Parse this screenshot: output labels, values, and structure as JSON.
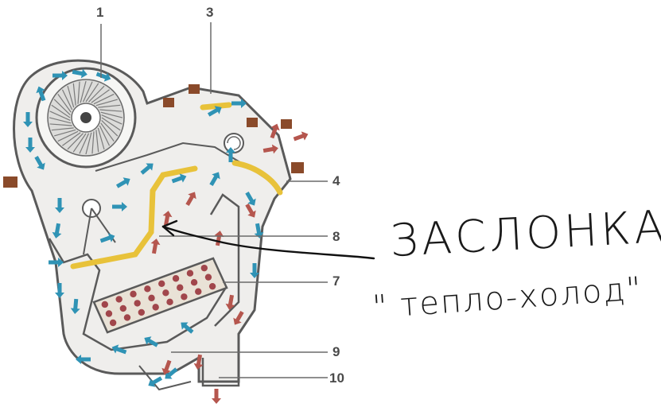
{
  "callouts": [
    "1",
    "3",
    "4",
    "8",
    "7",
    "9",
    "10"
  ],
  "annotation": {
    "main": "ЗАСЛОНКА",
    "sub": "\" тепло-холод\""
  },
  "colors": {
    "housing_fill": "#efeeec",
    "housing_stroke": "#5a5a5a",
    "flap_yellow": "#e8c23a",
    "arrow_blue": "#2f93b5",
    "arrow_red": "#b5564e",
    "bracket_brown": "#8a4a2a",
    "core_fill": "#e9e2d6",
    "core_dot": "#a1464b",
    "ink": "#111111"
  },
  "icons": [
    "fan-icon",
    "flap-icon",
    "heater-core-icon",
    "airflow-arrow-icon"
  ]
}
